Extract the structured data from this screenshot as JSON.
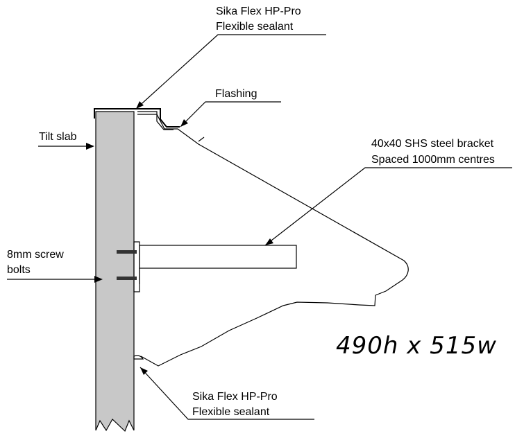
{
  "labels": {
    "sealant_top_line1": "Sika Flex HP-Pro",
    "sealant_top_line2": "Flexible sealant",
    "flashing": "Flashing",
    "tilt_slab": "Tilt slab",
    "bracket_line1": "40x40 SHS steel bracket",
    "bracket_line2": "Spaced 1000mm centres",
    "bolts_line1": "8mm screw",
    "bolts_line2": "bolts",
    "dimensions": "490h x 515w",
    "sealant_bottom_line1": "Sika Flex HP-Pro",
    "sealant_bottom_line2": "Flexible sealant"
  },
  "colors": {
    "slab_fill": "#c8c8c8",
    "bracket_fill": "#c8c8c8",
    "line": "#000000"
  }
}
